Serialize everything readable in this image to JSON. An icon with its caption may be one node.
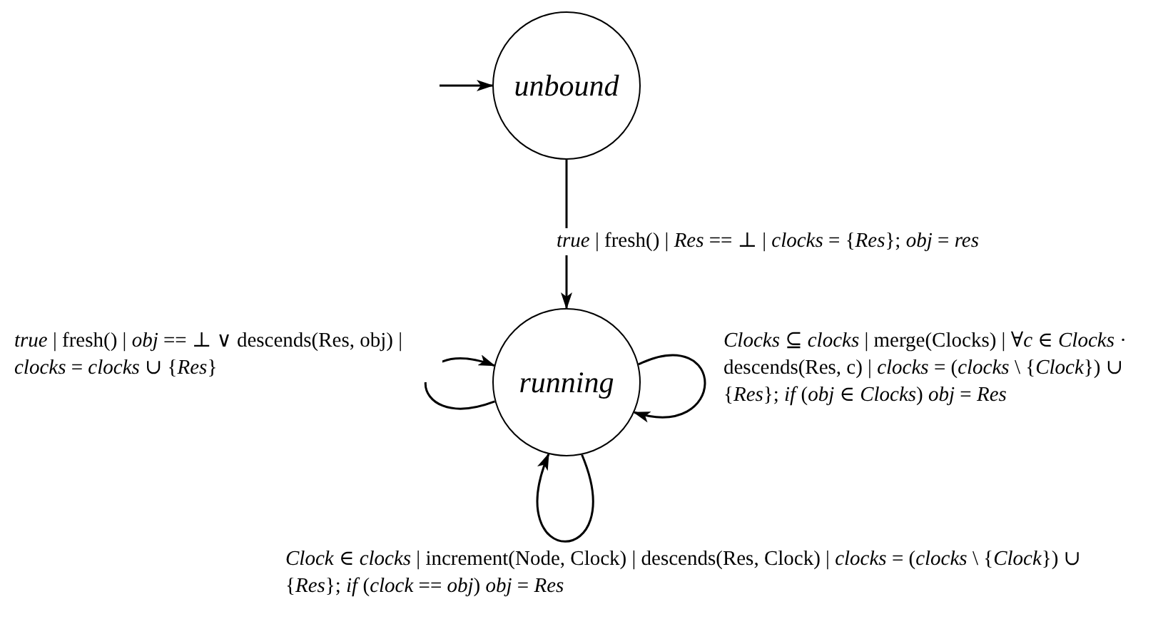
{
  "diagram": {
    "nodes": [
      {
        "text": [
          "unbound"
        ]
      },
      {
        "text": [
          "running"
        ]
      }
    ],
    "edges": [
      {
        "from": null,
        "to": 0,
        "arrow": "to"
      },
      {
        "from": 0,
        "to": 1,
        "arrow": "to",
        "label": "*true* | fresh() | *Res* == ⊥ | *clocks* = {*Res*}; *obj* = *res*"
      },
      {
        "from": 1,
        "to": 1,
        "arrow": "to",
        "label": "*true* | fresh() | *obj* == ⊥ ∨ descends(Res, obj) | *clocks* = *clocks* ∪ {*Res*}"
      },
      {
        "from": 1,
        "to": 1,
        "arrow": "to",
        "label": "*Clocks* ⊆ *clocks* | merge(Clocks) | ∀*c* ∈ *Clocks* · descends(Res, c) | *clocks* = (*clocks* \\ {*Clock*}) ∪ {*Res*}; *if* (*obj* ∈ *Clocks*) *obj* = *Res*"
      },
      {
        "from": 1,
        "to": 1,
        "arrow": "to",
        "label": "*Clock* ∈ *clocks* | increment(Node, Clock) | descends(Res, Clock) | *clocks* = (*clocks* \\ {*Clock*}) ∪ {*Res*}; *if* (*clock* == *obj*) *obj* = *Res*"
      }
    ]
  }
}
